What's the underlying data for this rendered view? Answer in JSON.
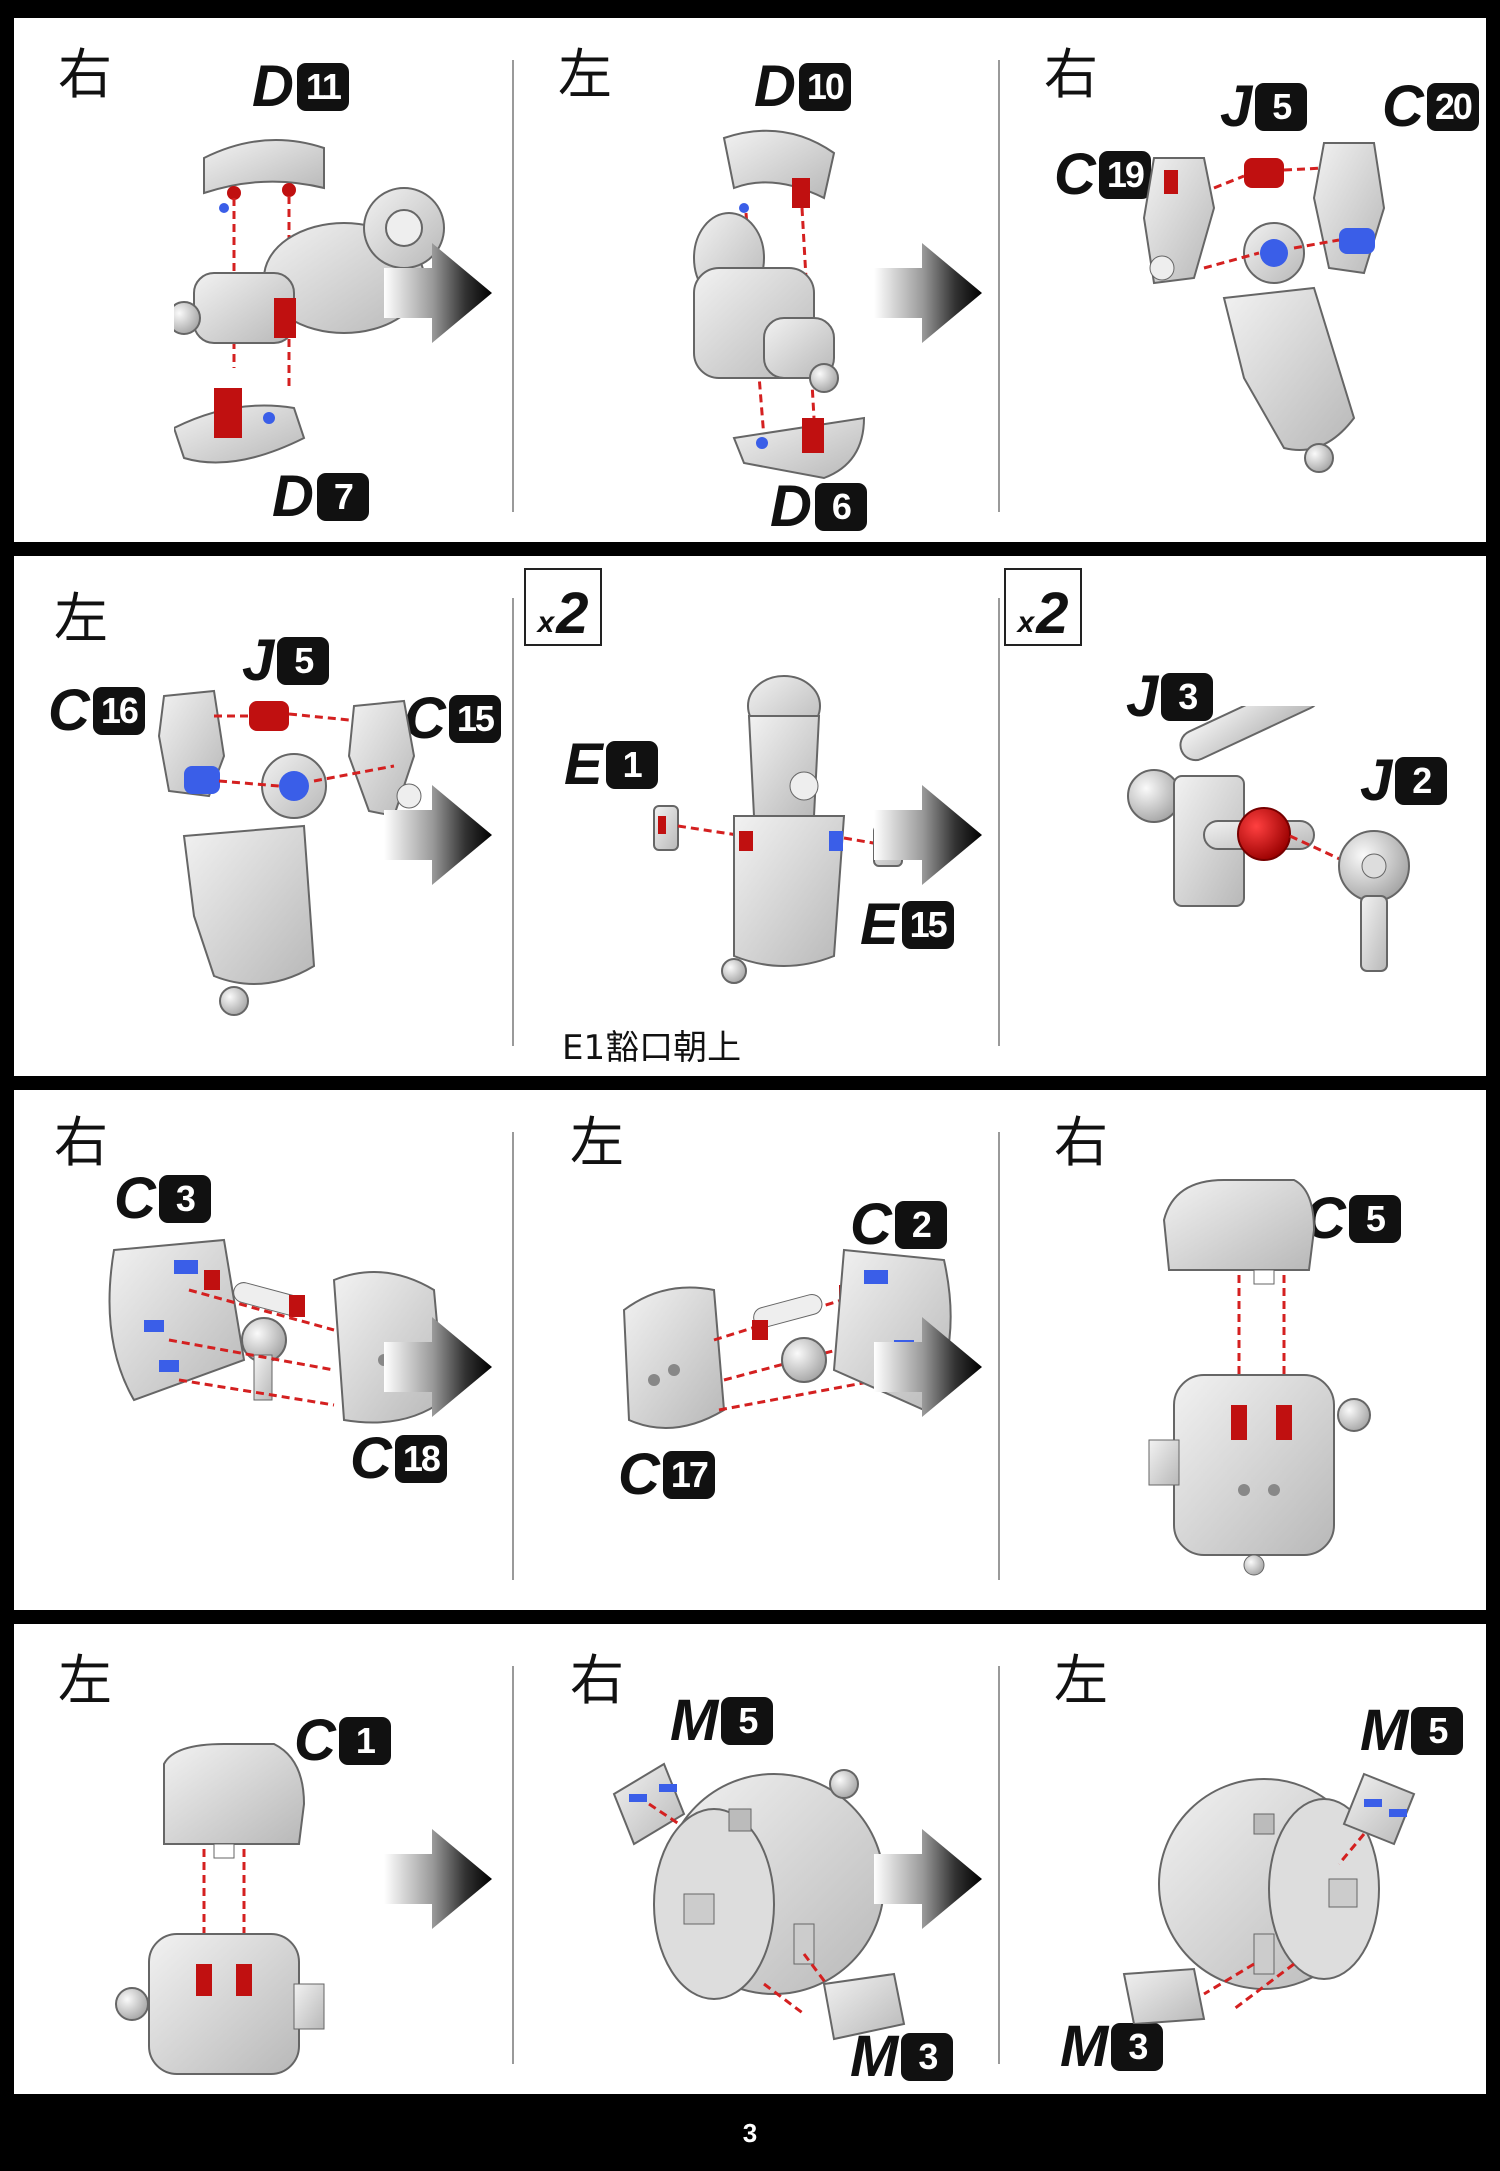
{
  "steps": {
    "s1": {
      "side": "右",
      "parts": [
        {
          "letter": "D",
          "num": "11"
        },
        {
          "letter": "D",
          "num": "7"
        }
      ]
    },
    "s2": {
      "side": "左",
      "parts": [
        {
          "letter": "D",
          "num": "10"
        },
        {
          "letter": "D",
          "num": "6"
        }
      ]
    },
    "s3": {
      "side": "右",
      "parts": [
        {
          "letter": "J",
          "num": "5"
        },
        {
          "letter": "C",
          "num": "20"
        },
        {
          "letter": "C",
          "num": "19"
        }
      ]
    },
    "s4": {
      "side": "左",
      "parts": [
        {
          "letter": "J",
          "num": "5"
        },
        {
          "letter": "C",
          "num": "16"
        },
        {
          "letter": "C",
          "num": "15"
        }
      ]
    },
    "s5": {
      "qty_x": "x",
      "qty_n": "2",
      "parts": [
        {
          "letter": "E",
          "num": "1"
        },
        {
          "letter": "E",
          "num": "15"
        }
      ],
      "note": "E1豁口朝上"
    },
    "s6": {
      "qty_x": "x",
      "qty_n": "2",
      "parts": [
        {
          "letter": "J",
          "num": "3"
        },
        {
          "letter": "J",
          "num": "2"
        }
      ]
    },
    "s7": {
      "side": "右",
      "parts": [
        {
          "letter": "C",
          "num": "3"
        },
        {
          "letter": "C",
          "num": "18"
        }
      ]
    },
    "s8": {
      "side": "左",
      "parts": [
        {
          "letter": "C",
          "num": "2"
        },
        {
          "letter": "C",
          "num": "17"
        }
      ]
    },
    "s9": {
      "side": "右",
      "parts": [
        {
          "letter": "C",
          "num": "5"
        }
      ]
    },
    "s10": {
      "side": "左",
      "parts": [
        {
          "letter": "C",
          "num": "1"
        }
      ]
    },
    "s11": {
      "side": "右",
      "parts": [
        {
          "letter": "M",
          "num": "5"
        },
        {
          "letter": "M",
          "num": "3"
        }
      ]
    },
    "s12": {
      "side": "左",
      "parts": [
        {
          "letter": "M",
          "num": "5"
        },
        {
          "letter": "M",
          "num": "3"
        }
      ]
    }
  },
  "page_number": "3",
  "colors": {
    "connector": "#d42020",
    "peg_red": "#c01010",
    "peg_blue": "#3a5ee8",
    "part_gray": "#d8d8d8",
    "outline": "#666666"
  }
}
